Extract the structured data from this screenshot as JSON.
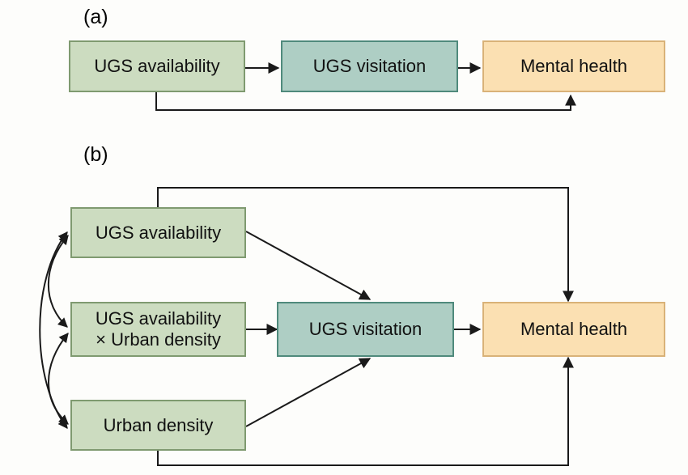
{
  "figure": {
    "type": "conceptual-path-diagram",
    "background_color": "#fdfdfb",
    "line_color": "#1a1a1a"
  },
  "panels": [
    {
      "id": "a",
      "label": "(a)",
      "nodes": [
        {
          "id": "a-ugs-availability",
          "label": "UGS availability",
          "color": "#ccdcc0",
          "border": "#7f9a70"
        },
        {
          "id": "a-ugs-visitation",
          "label": "UGS visitation",
          "color": "#aecec4",
          "border": "#4f8a7c"
        },
        {
          "id": "a-mental-health",
          "label": "Mental health",
          "color": "#fbe0b2",
          "border": "#d9b278"
        }
      ],
      "edges": [
        {
          "from": "UGS availability",
          "to": "UGS visitation",
          "style": "straight-arrow"
        },
        {
          "from": "UGS visitation",
          "to": "Mental health",
          "style": "straight-arrow"
        },
        {
          "from": "UGS availability",
          "to": "Mental health",
          "style": "routed-arrow-below"
        }
      ]
    },
    {
      "id": "b",
      "label": "(b)",
      "nodes": [
        {
          "id": "b-ugs-availability",
          "label": "UGS availability",
          "color": "#ccdcc0",
          "border": "#7f9a70"
        },
        {
          "id": "b-interaction",
          "label_line1": "UGS availability",
          "label_line2": "× Urban density",
          "color": "#ccdcc0",
          "border": "#7f9a70"
        },
        {
          "id": "b-urban-density",
          "label": "Urban density",
          "color": "#ccdcc0",
          "border": "#7f9a70"
        },
        {
          "id": "b-ugs-visitation",
          "label": "UGS visitation",
          "color": "#aecec4",
          "border": "#4f8a7c"
        },
        {
          "id": "b-mental-health",
          "label": "Mental health",
          "color": "#fbe0b2",
          "border": "#d9b278"
        }
      ],
      "edges": [
        {
          "from": "UGS availability",
          "to": "UGS visitation",
          "style": "diagonal-arrow"
        },
        {
          "from": "UGS availability × Urban density",
          "to": "UGS visitation",
          "style": "straight-arrow"
        },
        {
          "from": "Urban density",
          "to": "UGS visitation",
          "style": "diagonal-arrow"
        },
        {
          "from": "UGS visitation",
          "to": "Mental health",
          "style": "straight-arrow"
        },
        {
          "from": "UGS availability",
          "to": "Mental health",
          "style": "routed-arrow-above"
        },
        {
          "from": "Urban density",
          "to": "Mental health",
          "style": "routed-arrow-below"
        },
        {
          "from": "UGS availability",
          "to": "UGS availability × Urban density",
          "style": "curved-double-headed"
        },
        {
          "from": "UGS availability",
          "to": "Urban density",
          "style": "curved-double-headed"
        },
        {
          "from": "UGS availability × Urban density",
          "to": "Urban density",
          "style": "curved-double-headed"
        }
      ]
    }
  ]
}
